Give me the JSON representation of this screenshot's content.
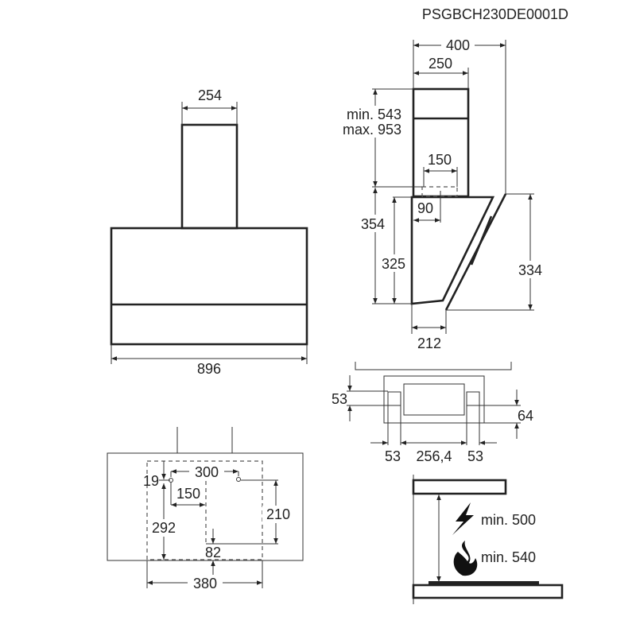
{
  "document_code": "PSGBCH230DE0001D",
  "front_view": {
    "chimney_width": "254",
    "hood_width": "896"
  },
  "side_view": {
    "total_depth": "400",
    "chimney_depth": "250",
    "chimney_height_min": "min. 543",
    "chimney_height_max": "max. 953",
    "outlet_width": "150",
    "outlet_offset": "90",
    "hood_height": "354",
    "body_height": "325",
    "glass_height": "334",
    "bottom_depth": "212"
  },
  "top_view": {
    "bracket_height": "53",
    "bracket_offset": "64",
    "left_bracket": "53",
    "between_brackets": "256,4",
    "right_bracket": "53"
  },
  "mounting": {
    "screw_spacing": "300",
    "top_offset": "19",
    "center_offset": "150",
    "total_height": "292",
    "vertical_spacing": "210",
    "bottom_offset": "82",
    "template_width": "380"
  },
  "clearance": {
    "electric_icon": "lightning-icon",
    "gas_icon": "flame-icon",
    "electric_min": "min. 500",
    "gas_min": "min. 540"
  }
}
